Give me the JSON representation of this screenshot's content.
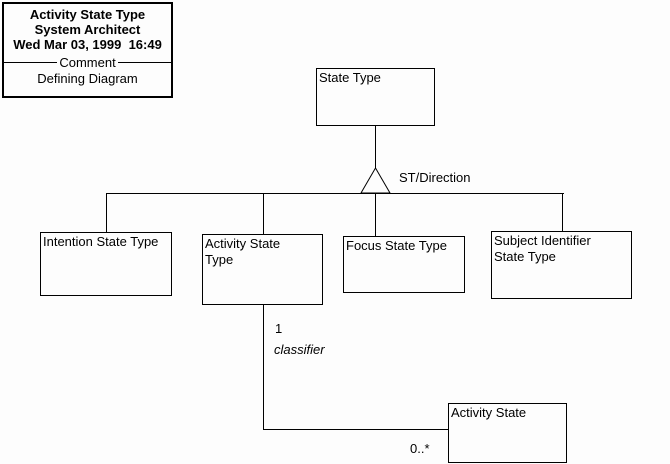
{
  "colors": {
    "background": "#fdfdfd",
    "line": "#000000",
    "text": "#000000"
  },
  "legend": {
    "lines": [
      "Activity State Type",
      "System Architect",
      "Wed Mar 03, 1999  16:49"
    ],
    "divider_label": "Comment",
    "footer": "Defining Diagram"
  },
  "nodes": {
    "state_type": {
      "label": "State Type"
    },
    "intention_state_type": {
      "label": "Intention State Type"
    },
    "activity_state_type": {
      "label": "Activity State Type"
    },
    "focus_state_type": {
      "label": "Focus State Type"
    },
    "subject_identifier_state_type": {
      "label": "Subject Identifier State Type"
    },
    "activity_state": {
      "label": "Activity State"
    }
  },
  "edge_labels": {
    "generalization": "ST/Direction",
    "source_multiplicity": "1",
    "role": "classifier",
    "target_multiplicity": "0..*"
  }
}
